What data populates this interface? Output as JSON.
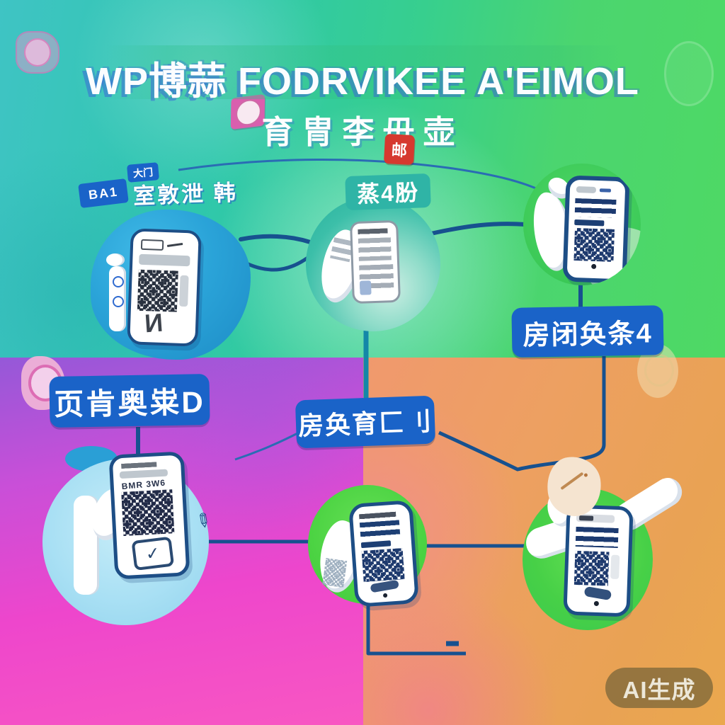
{
  "title": "WP博蒜 FODRVIKEE A'EIMOL",
  "subtitle": "育冑李毌壶",
  "seal_char": "邮",
  "watermark": "AI生成",
  "labels": {
    "node1_badge_top": "大门",
    "node1_badge_left": "BA1",
    "node1_caption": "室敦泄 韩",
    "node2_badge": "蒸4肦",
    "left_label": "页肯奥粜D",
    "center_label": "房奂育匚刂",
    "right_label": "房闭奂条4"
  },
  "node_glyphs": {
    "node1_logo": "И",
    "node4_qr_text": "BMR 3W6",
    "node4_logo_check": "✓",
    "pen_doodle": "✎"
  },
  "colors": {
    "accent-label-blue": "#1a63c8",
    "connector-navy": "#17518f",
    "teal-badge": "#2fb4a6",
    "seal-red": "#d6392f",
    "phone-border": "#1d4e86",
    "watermark-bg": "rgba(99,88,52,0.62)",
    "watermark-text": "#ece7d8"
  }
}
